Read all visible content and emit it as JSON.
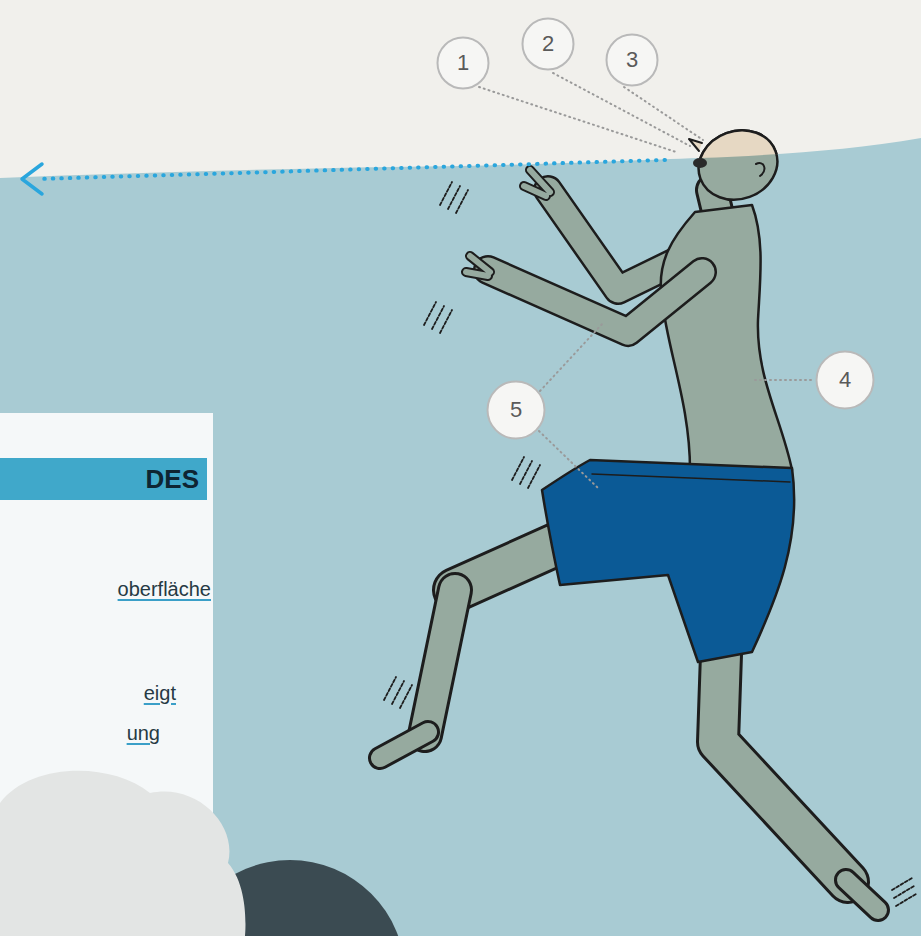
{
  "diagram": {
    "nodes": [
      {
        "text": [
          "1"
        ]
      },
      {
        "text": [
          "2"
        ]
      },
      {
        "text": [
          "3"
        ]
      },
      {
        "text": [
          "4"
        ]
      },
      {
        "text": [
          "5"
        ]
      },
      {
        "text": [
          "oberfläche",
          "eigt",
          "ung"
        ]
      },
      {
        "text": [
          "DES"
        ],
        "in": 5
      }
    ]
  }
}
